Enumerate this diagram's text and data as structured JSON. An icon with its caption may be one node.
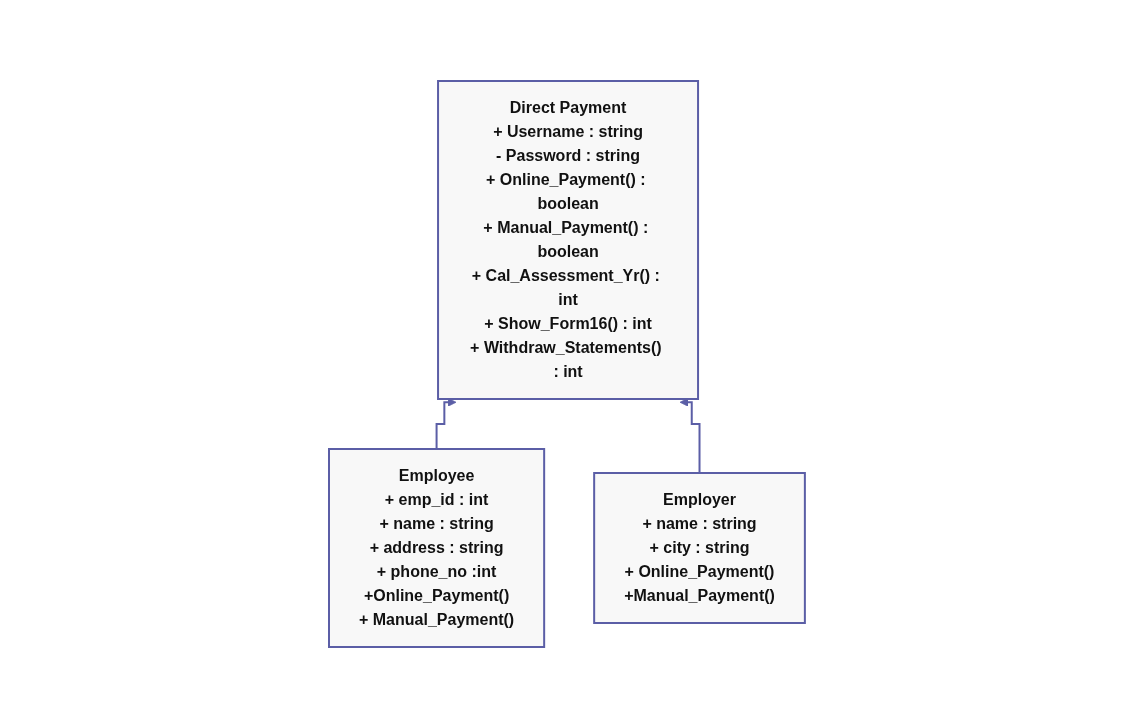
{
  "diagram": {
    "nodes": [
      {
        "text": [
          "Direct Payment",
          "+ Username : string",
          "- Password : string",
          "+ Online_Payment() : boolean",
          "+ Manual_Payment() : boolean",
          "+ Cal_Assessment_Yr() : int",
          "+ Show_Form16() : int",
          "+ Withdraw_Statements() : int"
        ]
      },
      {
        "text": [
          "Employee",
          "+ emp_id : int",
          "+ name : string",
          "+ address : string",
          "+ phone_no :int",
          "+Online_Payment()",
          "+ Manual_Payment()"
        ]
      },
      {
        "text": [
          "Employer",
          "+ name : string",
          "+ city : string",
          "+ Online_Payment()",
          "+Manual_Payment()"
        ]
      }
    ],
    "edges": [
      {
        "from": 1,
        "to": 0,
        "arrow": "to"
      },
      {
        "from": 2,
        "to": 0,
        "arrow": "to"
      }
    ]
  }
}
